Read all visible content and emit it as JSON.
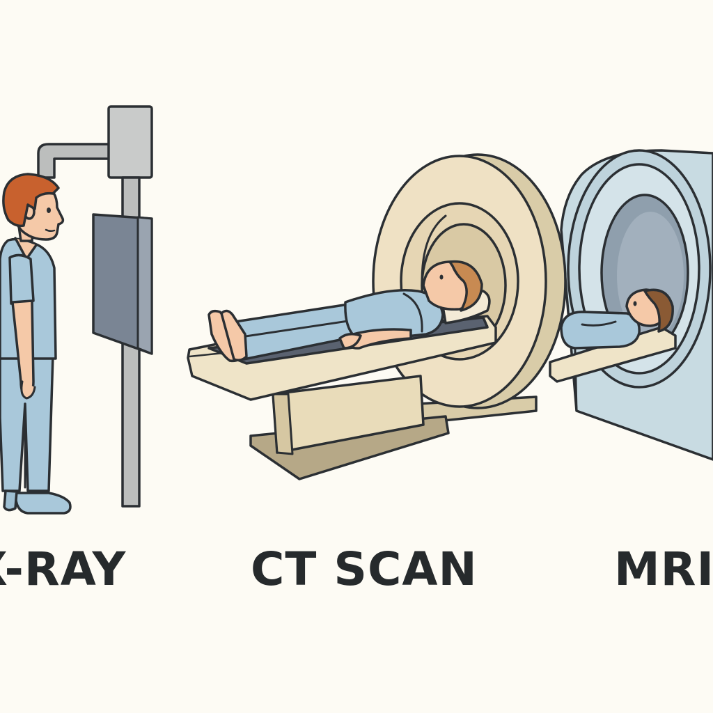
{
  "labels": {
    "xray": "X-RAY",
    "ct": "CT SCAN",
    "mri": "MRI"
  },
  "colors": {
    "background": "#fdfbf4",
    "outline": "#2b2f33",
    "scrubs": "#a9c8da",
    "skin": "#f5c9a8",
    "hair": "#c8612e",
    "xray_metal": "#bcbebd",
    "xray_panel": "#7a8594",
    "ct_gantry": "#efe1c4",
    "ct_base": "#d9cca8",
    "mri_body": "#c8dbe2",
    "mri_bore": "#8f9fad",
    "table_top": "#efe4c8",
    "text": "#262a2c"
  }
}
